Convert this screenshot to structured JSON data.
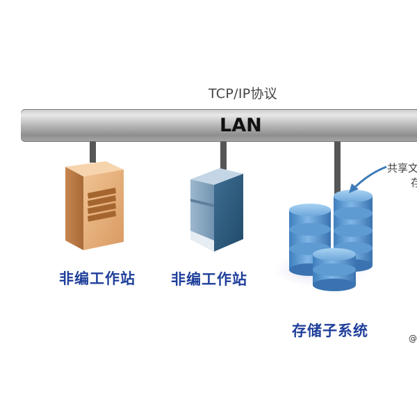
{
  "diagram": {
    "protocol_label": "TCP/IP协议",
    "network_label": "LAN",
    "nodes": [
      {
        "id": "workstation-1",
        "label": "非编工作站"
      },
      {
        "id": "workstation-2",
        "label": "非编工作站"
      },
      {
        "id": "storage",
        "label": "存储子系统"
      }
    ],
    "side_note_line1": "共享文",
    "side_note_line2": "存",
    "corner_mark": "@"
  },
  "colors": {
    "caption": "#1f3f9a",
    "bus": "#b7b7b7",
    "drop_line": "#565656",
    "workstation_1": "#e2a66f",
    "workstation_2": "#2f5f82",
    "storage_disk": "#5b9bd5",
    "arrow": "#3d7ab8"
  },
  "icons": [
    "tan-tower-server-icon",
    "blue-tower-server-icon",
    "storage-disk-array-icon",
    "arrow-icon"
  ]
}
